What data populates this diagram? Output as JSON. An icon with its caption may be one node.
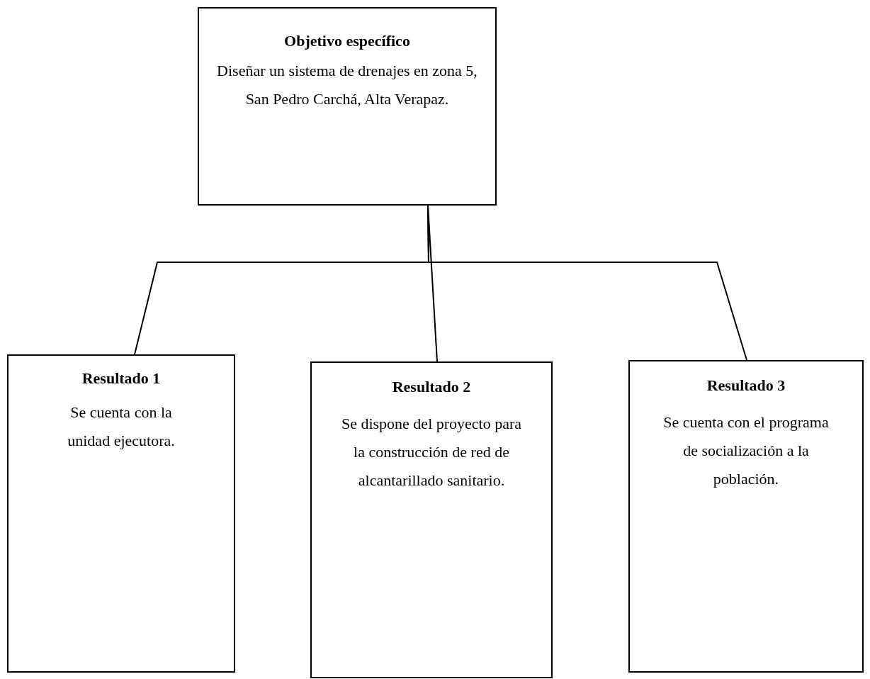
{
  "diagram": {
    "nodes": [
      {
        "text": [
          "Objetivo específico",
          "Diseñar un sistema de drenajes en zona 5, San Pedro Carchá, Alta Verapaz."
        ]
      },
      {
        "text": [
          "Resultado 1",
          "Se cuenta con la unidad ejecutora."
        ]
      },
      {
        "text": [
          "Resultado 2",
          "Se dispone del proyecto para la construcción de red de alcantarillado sanitario."
        ]
      },
      {
        "text": [
          "Resultado 3",
          "Se cuenta con el programa de socialización a la población."
        ]
      }
    ],
    "edges": [
      {
        "from": 0,
        "to": 1,
        "arrow": "none"
      },
      {
        "from": 0,
        "to": 2,
        "arrow": "none"
      },
      {
        "from": 0,
        "to": 3,
        "arrow": "none"
      }
    ]
  }
}
